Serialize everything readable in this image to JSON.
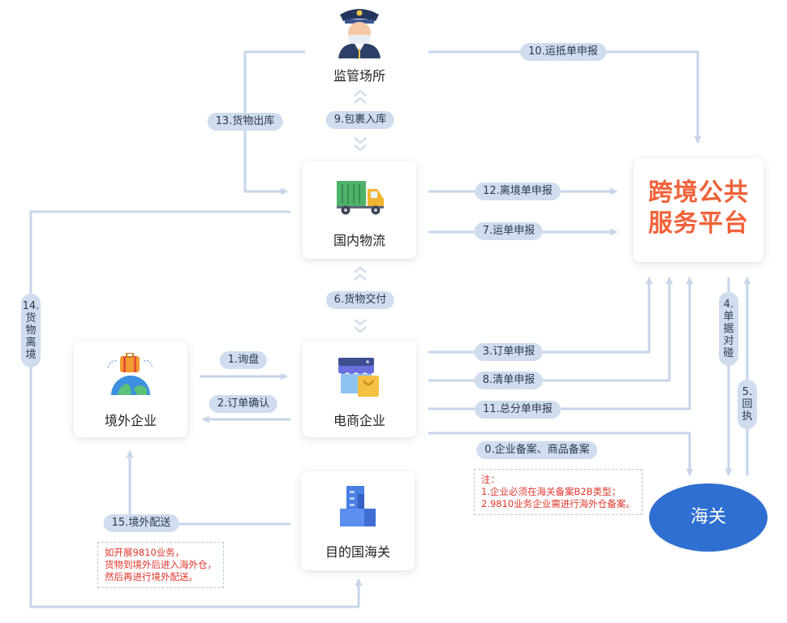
{
  "nodes": {
    "supervision": "监管场所",
    "logistics": "国内物流",
    "ecommerce": "电商企业",
    "overseas": "境外企业",
    "dest_customs": "目的国海关",
    "platform_line1": "跨境公共",
    "platform_line2": "服务平台",
    "customs": "海关"
  },
  "flows": {
    "f0": "0.企业备案、商品备案",
    "f1": "1.询盘",
    "f2": "2.订单确认",
    "f3": "3.订单申报",
    "f4": "4.单据对碰",
    "f5": "5.回执",
    "f6": "6.货物交付",
    "f7": "7.运单申报",
    "f8": "8.清单申报",
    "f9": "9.包裹入库",
    "f10": "10.运抵单申报",
    "f11": "11.总分单申报",
    "f12": "12.离境单申报",
    "f13": "13.货物出库",
    "f14": "14.货物离境",
    "f15": "15.境外配送"
  },
  "notes": {
    "customs_note": [
      "注：",
      "1.企业必须在海关备案B2B类型；",
      "2.9810业务企业需进行海外仓备案。"
    ],
    "delivery_note": [
      "如开展9810业务，",
      "货物到境外后进入海外仓，",
      "然后再进行境外配送。"
    ]
  },
  "colors": {
    "line": "#c6d6ea",
    "pill": "#cfddee",
    "accent": "#2f6fd1",
    "platform": "#f0623a",
    "note_text": "#e0352b"
  },
  "icons": [
    "officer-icon",
    "truck-icon",
    "globe-luggage-icon",
    "shop-bag-icon",
    "customs-building-icon"
  ]
}
